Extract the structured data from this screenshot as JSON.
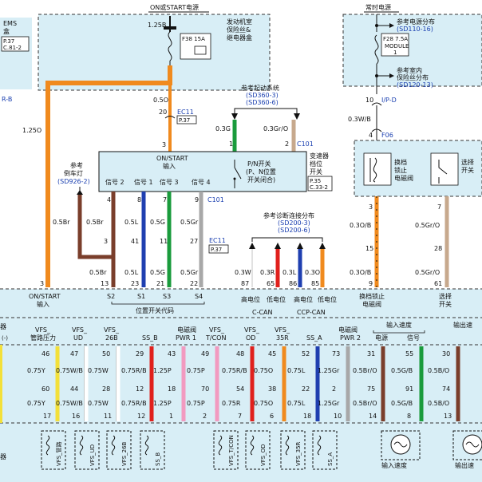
{
  "top": {
    "on_start_power": "ON或START电源",
    "always_power": "常时电源",
    "ems_box": [
      "EMS",
      "盒"
    ],
    "ems_pin": [
      "P.37",
      "C.81-2"
    ],
    "ems_ref": "R-B",
    "engine_fuse_box": [
      "发动机室",
      "保险丝&",
      "继电器盒"
    ],
    "fuse_left": [
      "F38 15A"
    ],
    "wire_125B": "1.25B",
    "fuse_right": [
      "F28 7.5A",
      "MODULE",
      "1"
    ],
    "ref_fuse_dist": [
      "参考电源分布",
      "(SD110-16)"
    ],
    "ref_indoor_fuse": [
      "参考室内",
      "保险丝分布",
      "(SD120-13)"
    ]
  },
  "mid": {
    "wire_05O": "0.5O",
    "pin_20": "20",
    "pin_3": "3",
    "ec11": "EC11",
    "p37": "P.37",
    "wire_125O": "1.25O",
    "ref_start": [
      "参考起动系统",
      "(SD360-3)",
      "(SD360-6)"
    ],
    "wire_03G": "0.3G",
    "wire_03GrO": "0.3Gr/O",
    "c101": "C101",
    "pin_1": "1",
    "pin_2": "2",
    "on_start_input": [
      "ON/START",
      "输入"
    ],
    "pn_switch": [
      "P/N开关",
      "(P、N位置",
      "开关闭合)"
    ],
    "trans_switch": [
      "变速器",
      "档位",
      "开关"
    ],
    "trans_pin": [
      "P.35",
      "C.33-2"
    ],
    "ref_reverse": [
      "参考",
      "倒车灯",
      "(SD926-2)"
    ],
    "signals": [
      "信号 2",
      "信号 1",
      "信号 3",
      "信号 4"
    ],
    "sig_pins_top": [
      "4",
      "8",
      "7",
      "9"
    ],
    "wires_top": [
      "0.5Br",
      "0.5L",
      "0.5G",
      "0.5Gr"
    ],
    "sig_pins_mid": [
      "3",
      "41",
      "11",
      "27"
    ],
    "wires_bot": [
      "0.5Br",
      "0.5L",
      "0.5G",
      "0.5Gr"
    ],
    "sig_pins_bot": [
      "13",
      "23",
      "21",
      "22"
    ],
    "ec11_b": "EC11",
    "p37_b": "P.37",
    "ref_diag": [
      "参考诊断连接分布",
      "(SD200-3)",
      "(SD200-6)"
    ],
    "can_wires": [
      "0.3W",
      "0.3R",
      "0.3L",
      "0.3O"
    ],
    "can_pins": [
      "87",
      "65",
      "86",
      "85"
    ],
    "pin_10": "10",
    "ip_d": "I/P-D",
    "wire_03WB": "0.3W/B",
    "pin_4": "4",
    "f06": "F06",
    "lock_valve": [
      "换档",
      "锁止",
      "电磁阀"
    ],
    "select_switch": [
      "选择",
      "开关"
    ],
    "right_pins_top": [
      "3",
      "7"
    ],
    "right_wires": [
      "0.3O/B",
      "0.5Gr/O"
    ],
    "right_pins_mid": [
      "15",
      "28"
    ],
    "right_wires_b": [
      "0.3O/B",
      "0.5Gr/O"
    ],
    "right_pins_bot": [
      "9",
      "61"
    ],
    "left_wire": "0.5Br",
    "left_pin": "3"
  },
  "tcm_top": {
    "on_start": [
      "ON/START",
      "输入"
    ],
    "s_labels": [
      "S2",
      "S1",
      "S3",
      "S4"
    ],
    "pos_code": "位置开关代码",
    "can1": [
      "高电位",
      "低电位",
      "C-CAN"
    ],
    "can2": [
      "高电位",
      "低电位",
      "CCP-CAN"
    ],
    "lock_valve": [
      "换档锁止",
      "电磁阀"
    ],
    "select": [
      "选择",
      "开关"
    ]
  },
  "tcm_bottom": {
    "headers": [
      "器",
      "VFS_",
      "管路压力",
      "VFS_",
      "UD",
      "VFS_",
      "26B",
      "SS_B",
      "电磁阀",
      "PWR 1",
      "VFS_",
      "T/CON",
      "VFS_",
      "OD",
      "VFS_",
      "35R",
      "SS_A",
      "电磁阀",
      "PWR 2",
      "输入速度",
      "电源",
      "信号",
      "输出速"
    ],
    "pins_row1": [
      "46",
      "47",
      "50",
      "29",
      "43",
      "49",
      "48",
      "45",
      "52",
      "73",
      "31",
      "55",
      "30"
    ],
    "wires_row1": [
      "0.75Y",
      "0.75W/B",
      "0.75W",
      "0.75R/B",
      "1.25P",
      "0.75P",
      "0.75R/B",
      "0.75O",
      "0.75L",
      "1.25Gr",
      "0.5Br/O",
      "0.5G/B",
      "0.5B/O"
    ],
    "pins_row2": [
      "60",
      "44",
      "28",
      "12",
      "18",
      "70",
      "54",
      "38",
      "22",
      "2",
      "75",
      "91",
      "74"
    ],
    "wires_row2": [
      "0.75Y",
      "0.75W/B",
      "0.75W",
      "0.75R/B",
      "1.25P",
      "0.75P",
      "0.75R",
      "0.75O",
      "0.75L",
      "1.25Gr",
      "0.5Br/O",
      "0.5G/B",
      "0.5B/O"
    ],
    "pins_row3": [
      "17",
      "16",
      "11",
      "12",
      "1",
      "2",
      "7",
      "6",
      "18",
      "10",
      "14",
      "8",
      "13"
    ],
    "solenoids": [
      "VFS_管路",
      "VFS_UD",
      "VFS_26B",
      "SS_B",
      "VFS_T/CON",
      "VFS_OD",
      "VFS_35R",
      "SS_A"
    ],
    "speed_sensors": [
      "输入速度",
      "输出速"
    ],
    "left_edge": "器"
  },
  "colors": {
    "orange": "#f08a1e",
    "brown": "#7a3e2b",
    "blue": "#1f3fb0",
    "green": "#1a9b3c",
    "gray": "#a8a8a8",
    "red": "#e0201c",
    "white": "#ffffff",
    "yellow": "#f3e03a",
    "pink": "#f29ac0",
    "tan": "#c7a98d",
    "box_fill": "#d8eef6",
    "box_stroke": "#2b2b2b"
  }
}
